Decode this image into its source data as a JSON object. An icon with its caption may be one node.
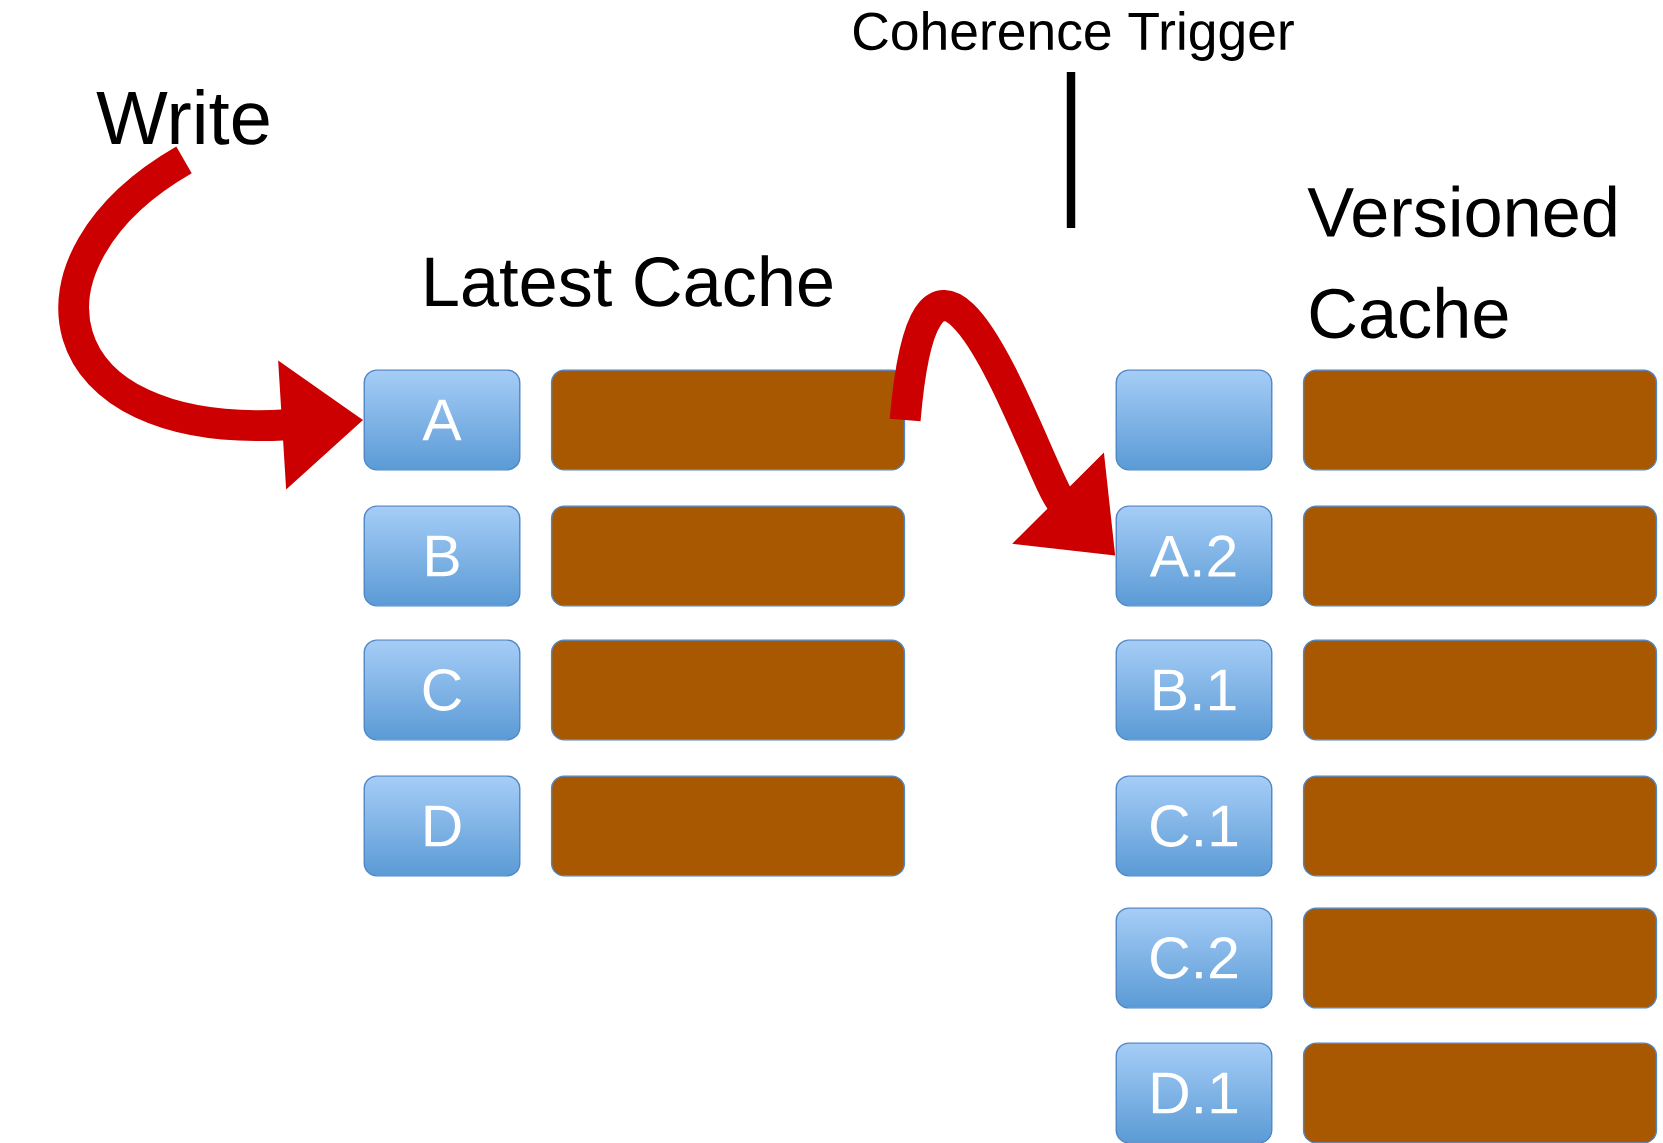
{
  "diagram": {
    "nodes": [
      {
        "text": [
          "Write"
        ]
      },
      {
        "text": [
          "A"
        ]
      },
      {
        "text": [],
        "shape": "bar"
      },
      {
        "text": [
          "B"
        ]
      },
      {
        "text": [],
        "shape": "bar"
      },
      {
        "text": [
          "C"
        ]
      },
      {
        "text": [],
        "shape": "bar"
      },
      {
        "text": [
          "D"
        ]
      },
      {
        "text": [],
        "shape": "bar"
      },
      {
        "text": [],
        "shape": "box"
      },
      {
        "text": [],
        "shape": "bar"
      },
      {
        "text": [
          "A.2"
        ]
      },
      {
        "text": [],
        "shape": "bar"
      },
      {
        "text": [
          "B.1"
        ]
      },
      {
        "text": [],
        "shape": "bar"
      },
      {
        "text": [
          "C.1"
        ]
      },
      {
        "text": [],
        "shape": "bar"
      },
      {
        "text": [
          "C.2"
        ]
      },
      {
        "text": [],
        "shape": "bar"
      },
      {
        "text": [
          "D.1"
        ]
      },
      {
        "text": [],
        "shape": "bar"
      }
    ],
    "edges": [
      {
        "from": 0,
        "to": 1,
        "arrow": "to"
      },
      {
        "from": 2,
        "to": 11,
        "arrow": "to",
        "label": "Coherence Trigger"
      }
    ],
    "labels": [
      "Latest Cache",
      "Versioned Cache"
    ]
  }
}
